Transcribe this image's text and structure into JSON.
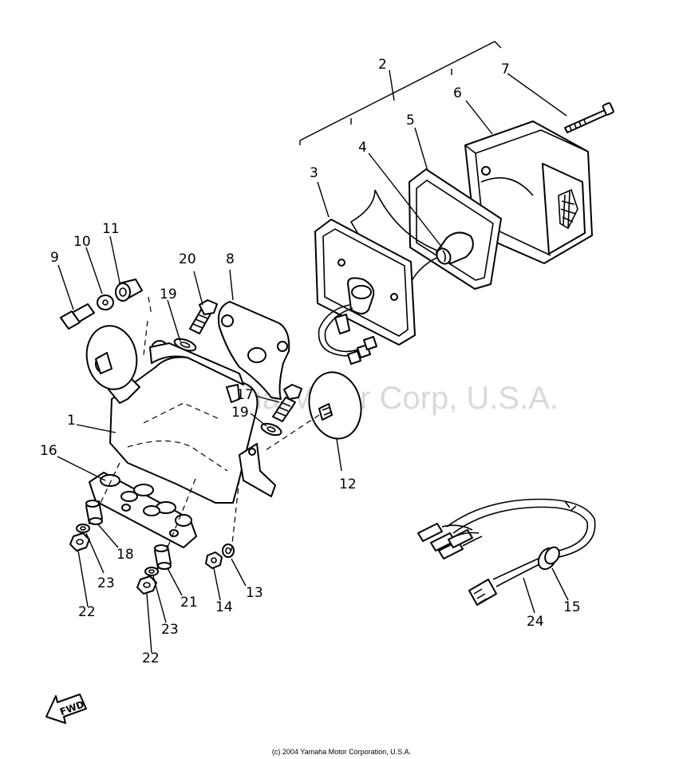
{
  "watermark": "Yamaha Motor Corp, U.S.A.",
  "copyright": "(c) 2004 Yamaha Motor Corporation, U.S.A.",
  "direction_label": "FWD",
  "callouts": {
    "c1": "1",
    "c2": "2",
    "c3": "3",
    "c4": "4",
    "c5": "5",
    "c6": "6",
    "c7": "7",
    "c8": "8",
    "c9": "9",
    "c10": "10",
    "c11": "11",
    "c12": "12",
    "c13": "13",
    "c14": "14",
    "c15": "15",
    "c16": "16",
    "c17": "17",
    "c18": "18",
    "c19a": "19",
    "c19b": "19",
    "c20": "20",
    "c21": "21",
    "c22a": "22",
    "c22b": "22",
    "c23a": "23",
    "c23b": "23",
    "c24": "24"
  }
}
